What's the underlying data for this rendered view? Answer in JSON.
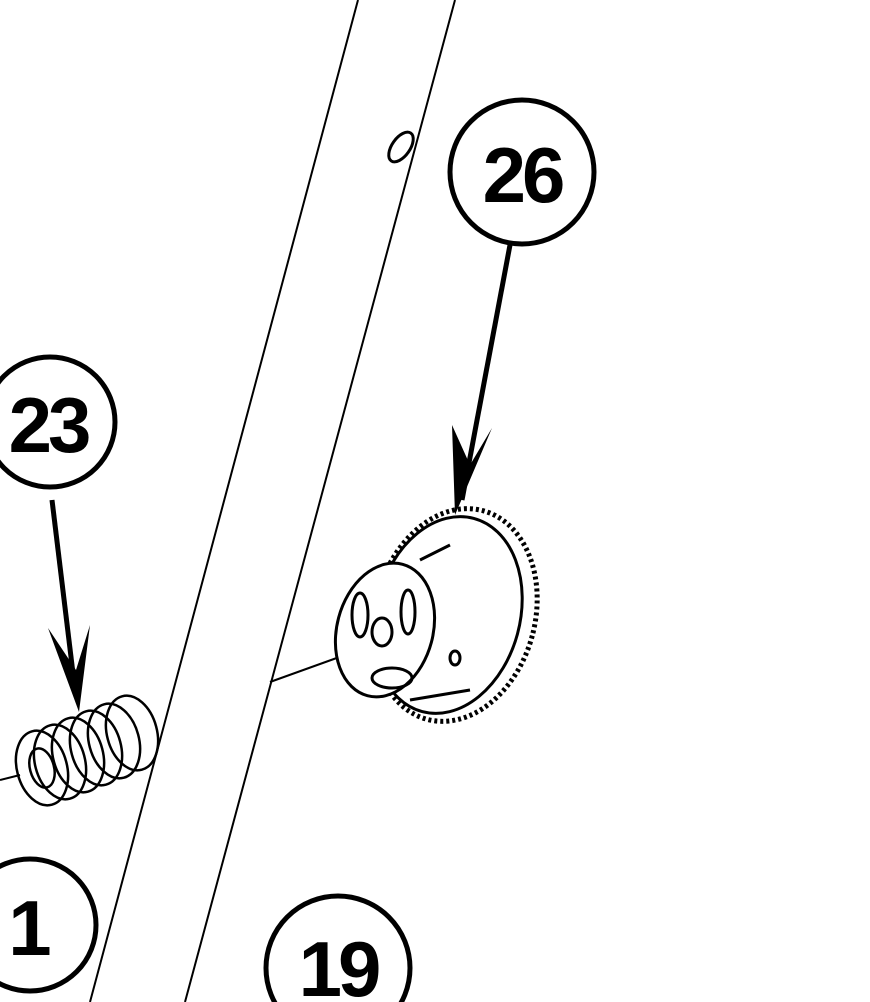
{
  "diagram": {
    "type": "exploded-parts-diagram",
    "callouts": [
      {
        "id": "26",
        "label": "26",
        "part": "gear"
      },
      {
        "id": "23",
        "label": "23",
        "part": "spring"
      },
      {
        "id": "1",
        "label": "1",
        "part": "unknown"
      },
      {
        "id": "19",
        "label": "19",
        "part": "unknown"
      }
    ],
    "colors": {
      "line": "#000000",
      "background": "#ffffff"
    }
  }
}
